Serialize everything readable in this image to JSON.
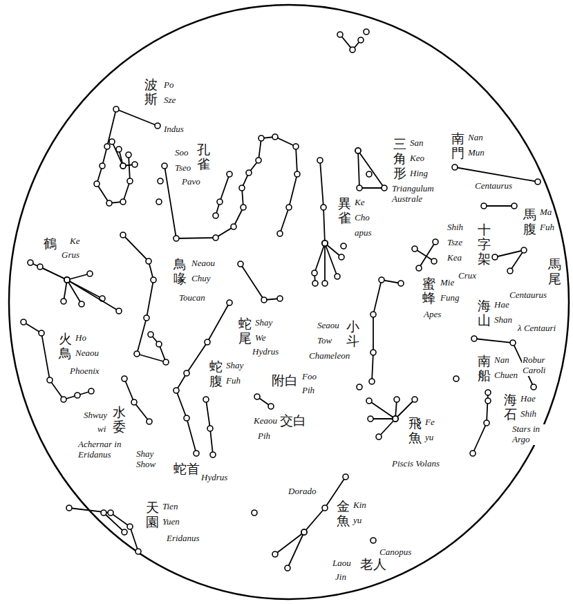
{
  "diagram": {
    "labels": [
      "波斯",
      "Po",
      "Sze",
      "Indus",
      "Soo",
      "孔雀",
      "Tseo",
      "Pavo",
      "三角形",
      "San",
      "Keo",
      "Hing",
      "Triangulum Australe",
      "南門",
      "Nan",
      "Mun",
      "Centaurus",
      "異雀",
      "Ke",
      "Cho",
      "apus",
      "鶴",
      "Ke",
      "Grus",
      "鳥喙",
      "Neaou",
      "Chuy",
      "Toucan",
      "十字架",
      "Shih",
      "Tsze",
      "Kea",
      "Crux",
      "馬腹",
      "Ma",
      "Fuh",
      "Centaurus",
      "馬尾",
      "蜜蜂",
      "Mie",
      "Fung",
      "Apes",
      "海山",
      "Hae",
      "Shan",
      "λ Centauri",
      "南船",
      "Nan",
      "Chuen",
      "Robur Caroli",
      "海石",
      "Hae",
      "Shih",
      "Stars in Argo",
      "蛇尾",
      "Shay",
      "We",
      "Hydrus",
      "蛇腹",
      "Shay",
      "Fuh",
      "附白",
      "Foo",
      "Pih",
      "小斗",
      "Seaou",
      "Tow",
      "Chameleon",
      "火鳥",
      "Ho",
      "Neaou",
      "Phoenix",
      "水委",
      "Shwuy",
      "wi",
      "Achernar in Eridanus",
      "Shay Show",
      "蛇首",
      "Hydrus",
      "Keaou",
      "交白",
      "Pih",
      "飛魚",
      "Fe",
      "yu",
      "Piscis Volans",
      "Dorado",
      "金魚",
      "Kin",
      "yu",
      "天園",
      "Tien",
      "Yuen",
      "Eridanus",
      "Canopus",
      "Laou",
      "老人",
      "Jin"
    ]
  }
}
